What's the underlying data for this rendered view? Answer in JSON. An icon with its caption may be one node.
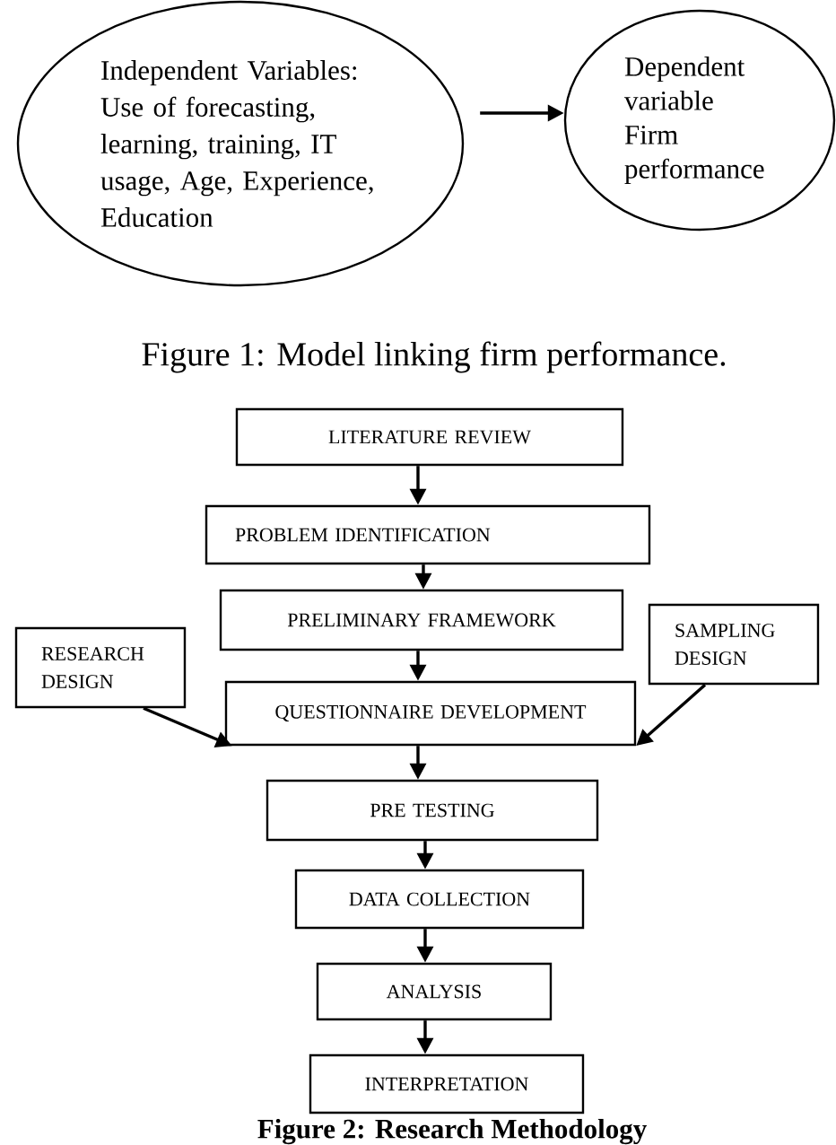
{
  "diagram": {
    "nodes": [
      {
        "text": [
          "Independent Variables:",
          "Use of forecasting, learning, training, IT usage, Age, Experience, Education"
        ]
      },
      {
        "text": [
          "Dependent variable",
          "Firm performance"
        ]
      },
      {
        "text": [
          "LITERATURE REVIEW"
        ]
      },
      {
        "text": [
          "PROBLEM IDENTIFICATION"
        ]
      },
      {
        "text": [
          "PRELIMINARY FRAMEWORK"
        ]
      },
      {
        "text": [
          "RESEARCH DESIGN"
        ]
      },
      {
        "text": [
          "SAMPLING DESIGN"
        ]
      },
      {
        "text": [
          "QUESTIONNAIRE DEVELOPMENT"
        ]
      },
      {
        "text": [
          "PRE TESTING"
        ]
      },
      {
        "text": [
          "DATA COLLECTION"
        ]
      },
      {
        "text": [
          "ANALYSIS"
        ]
      },
      {
        "text": [
          "INTERPRETATION"
        ]
      }
    ],
    "edges": [
      {
        "from": 0,
        "to": 1,
        "arrow": "to"
      },
      {
        "from": 2,
        "to": 3,
        "arrow": "to"
      },
      {
        "from": 3,
        "to": 4,
        "arrow": "to"
      },
      {
        "from": 4,
        "to": 7,
        "arrow": "to"
      },
      {
        "from": 5,
        "to": 7,
        "arrow": "to"
      },
      {
        "from": 6,
        "to": 7,
        "arrow": "to"
      },
      {
        "from": 7,
        "to": 8,
        "arrow": "to"
      },
      {
        "from": 8,
        "to": 9,
        "arrow": "to"
      },
      {
        "from": 9,
        "to": 10,
        "arrow": "to"
      },
      {
        "from": 10,
        "to": 11,
        "arrow": "to"
      }
    ],
    "labels": [
      "Figure 1: Model linking firm performance.",
      "Figure 2: Research Methodology"
    ]
  }
}
